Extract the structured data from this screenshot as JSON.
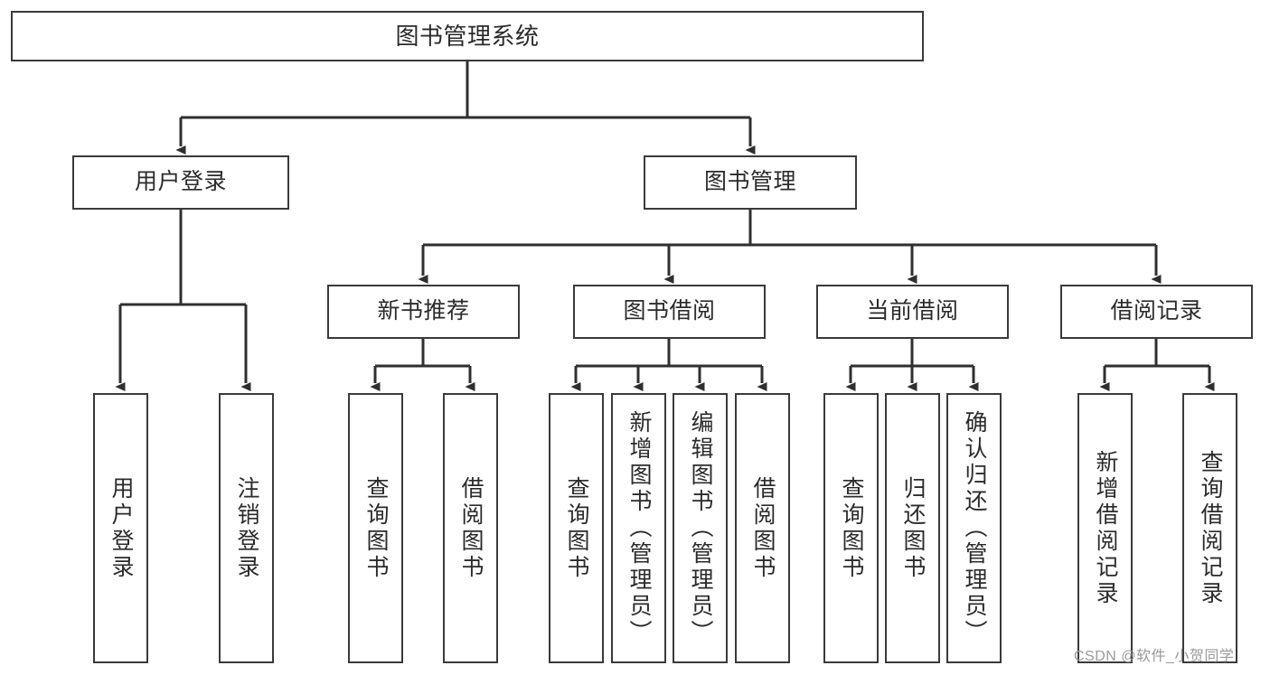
{
  "diagram": {
    "type": "tree",
    "title": "图书管理系统",
    "orientation": "top-down",
    "colors": {
      "box_border": "#3a3a3a",
      "box_fill": "#ffffff",
      "text": "#2b2b2b",
      "connector": "#2f2f2f",
      "watermark": "#9a9a9a",
      "background": "#ffffff"
    },
    "nodes": {
      "root": {
        "id": "root",
        "label": "图书管理系统"
      },
      "level1": [
        {
          "id": "user-login",
          "label": "用户登录"
        },
        {
          "id": "book-manage",
          "label": "图书管理"
        }
      ],
      "level2": [
        {
          "id": "new-book-recommend",
          "label": "新书推荐",
          "parent": "book-manage"
        },
        {
          "id": "book-borrow",
          "label": "图书借阅",
          "parent": "book-manage"
        },
        {
          "id": "current-borrow",
          "label": "当前借阅",
          "parent": "book-manage"
        },
        {
          "id": "borrow-record",
          "label": "借阅记录",
          "parent": "book-manage"
        }
      ],
      "leaves": [
        {
          "id": "leaf-user-login",
          "label": "用户登录",
          "parent": "user-login"
        },
        {
          "id": "leaf-user-logout",
          "label": "注销登录",
          "parent": "user-login"
        },
        {
          "id": "leaf-query-book-1",
          "label": "查询图书",
          "parent": "new-book-recommend"
        },
        {
          "id": "leaf-borrow-book-1",
          "label": "借阅图书",
          "parent": "new-book-recommend"
        },
        {
          "id": "leaf-query-book-2",
          "label": "查询图书",
          "parent": "book-borrow"
        },
        {
          "id": "leaf-add-book-admin",
          "label": "新增图书（管理员）",
          "parent": "book-borrow"
        },
        {
          "id": "leaf-edit-book-admin",
          "label": "编辑图书（管理员）",
          "parent": "book-borrow"
        },
        {
          "id": "leaf-borrow-book-2",
          "label": "借阅图书",
          "parent": "book-borrow"
        },
        {
          "id": "leaf-query-book-3",
          "label": "查询图书",
          "parent": "current-borrow"
        },
        {
          "id": "leaf-return-book",
          "label": "归还图书",
          "parent": "current-borrow"
        },
        {
          "id": "leaf-confirm-return-admin",
          "label": "确认归还（管理员）",
          "parent": "current-borrow"
        },
        {
          "id": "leaf-add-borrow-record",
          "label": "新增借阅记录",
          "parent": "borrow-record"
        },
        {
          "id": "leaf-query-borrow-record",
          "label": "查询借阅记录",
          "parent": "borrow-record"
        }
      ]
    }
  },
  "watermark": {
    "text": "CSDN @软件_小贺同学"
  }
}
